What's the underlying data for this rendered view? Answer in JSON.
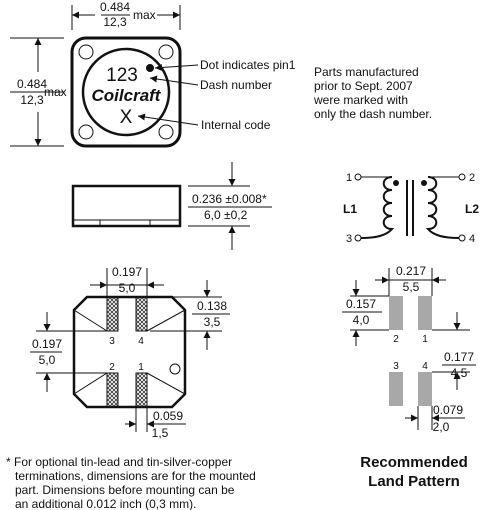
{
  "top_width_dim": {
    "num": "0.484",
    "den": "12,3",
    "suffix": "max"
  },
  "top_height_dim": {
    "num": "0.484",
    "den": "12,3",
    "suffix": "max"
  },
  "marking": {
    "number": "123",
    "logo": "Coilcraft",
    "code": "X"
  },
  "callouts": {
    "pin1": "Dot indicates pin1",
    "dash": "Dash number",
    "code": "Internal code"
  },
  "parts_note": [
    "Parts manufactured",
    "prior to Sept. 2007",
    "were marked with",
    "only the dash number."
  ],
  "side_dim": {
    "num": "0.236 ±0.008*",
    "den": "6,0 ±0,2"
  },
  "schematic": {
    "pins": [
      "1",
      "2",
      "3",
      "4"
    ],
    "l1": "L1",
    "l2": "L2"
  },
  "bottom_dims": {
    "top": {
      "num": "0.197",
      "den": "5,0"
    },
    "right": {
      "num": "0.138",
      "den": "3,5"
    },
    "left": {
      "num": "0.197",
      "den": "5,0"
    },
    "bottom": {
      "num": "0.059",
      "den": "1,5"
    },
    "pins": [
      "3",
      "4",
      "2",
      "1"
    ]
  },
  "land_dims": {
    "top": {
      "num": "0.217",
      "den": "5,5"
    },
    "left": {
      "num": "0.157",
      "den": "4,0"
    },
    "right": {
      "num": "0.177",
      "den": "4,5"
    },
    "bottom": {
      "num": "0.079",
      "den": "2,0"
    },
    "pins": [
      "2",
      "1",
      "3",
      "4"
    ]
  },
  "footnote": [
    "* For optional tin-lead and tin-silver-copper",
    "terminations, dimensions are for the mounted",
    "part. Dimensions before mounting can be",
    "an additional 0.012 inch (0,3 mm)."
  ],
  "land_title": [
    "Recommended",
    "Land Pattern"
  ]
}
